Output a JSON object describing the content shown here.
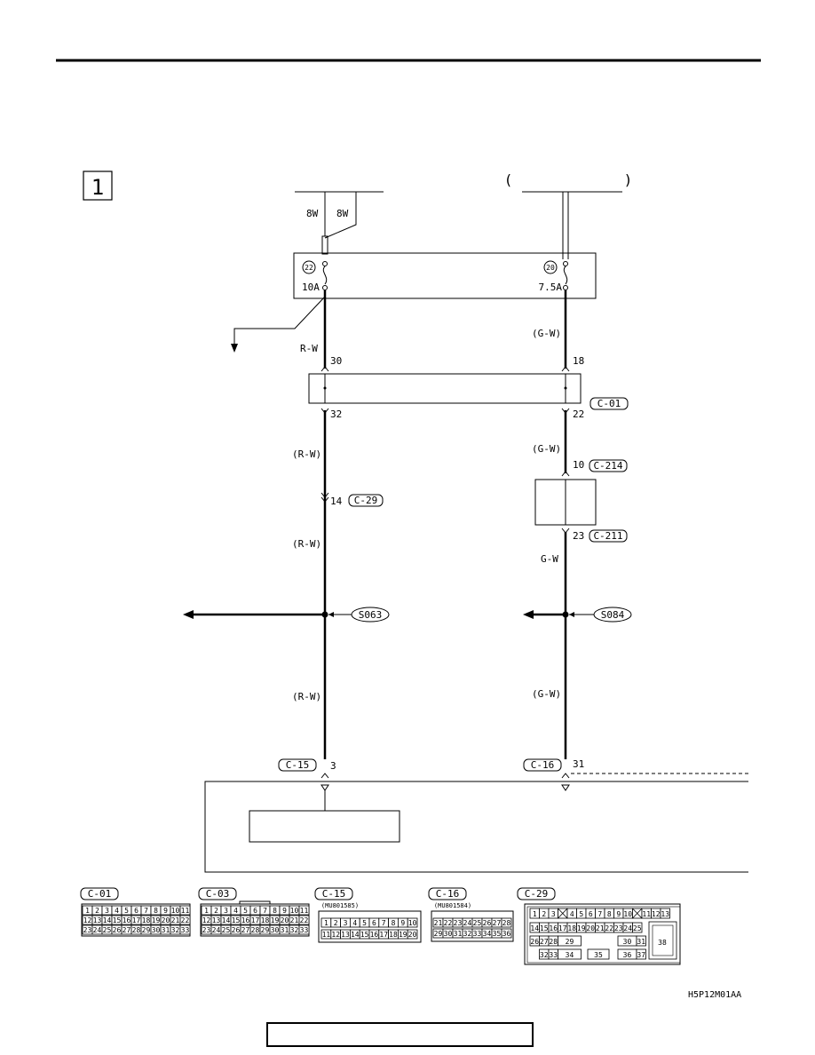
{
  "section_number": "1",
  "top_bracket": "(             )",
  "left_circuit": {
    "wire_top_a": "8W",
    "wire_top_b": "8W",
    "fuse_number": "22",
    "fuse_rating": "10A",
    "wire_1": "R-W",
    "pin_in": "30",
    "pin_out": "32",
    "wire_2": "(R-W)",
    "inline_pin": "14",
    "inline_connector": "C-29",
    "wire_3": "(R-W)",
    "splice": "S063",
    "wire_4": "(R-W)",
    "end_connector": "C-15",
    "end_pin": "3"
  },
  "right_circuit": {
    "fuse_number": "20",
    "fuse_rating": "7.5A",
    "wire_1": "(G-W)",
    "pin_in": "18",
    "junction_connector": "C-01",
    "pin_out": "22",
    "wire_2": "(G-W)",
    "pin_a": "10",
    "connector_a": "C-214",
    "pin_b": "23",
    "connector_b": "C-211",
    "wire_3": "G-W",
    "splice": "S084",
    "wire_4": "(G-W)",
    "end_connector": "C-16",
    "end_pin": "31"
  },
  "connectors": {
    "c01": {
      "label": "C-01",
      "row1": [
        "1",
        "2",
        "3",
        "4",
        "5",
        "6",
        "7",
        "8",
        "9",
        "10",
        "11"
      ],
      "row2": [
        "12",
        "13",
        "14",
        "15",
        "16",
        "17",
        "18",
        "19",
        "20",
        "21",
        "22"
      ],
      "row3": [
        "23",
        "24",
        "25",
        "26",
        "27",
        "28",
        "29",
        "30",
        "31",
        "32",
        "33"
      ]
    },
    "c03": {
      "label": "C-03",
      "row1": [
        "1",
        "2",
        "3",
        "4",
        "5",
        "6",
        "7",
        "8",
        "9",
        "10",
        "11"
      ],
      "row2": [
        "12",
        "13",
        "14",
        "15",
        "16",
        "17",
        "18",
        "19",
        "20",
        "21",
        "22"
      ],
      "row3": [
        "23",
        "24",
        "25",
        "26",
        "27",
        "28",
        "29",
        "30",
        "31",
        "32",
        "33"
      ]
    },
    "c15": {
      "label": "C-15",
      "part": "(MU801585)",
      "row1": [
        "1",
        "2",
        "3",
        "4",
        "5",
        "6",
        "7",
        "8",
        "9",
        "10"
      ],
      "row2": [
        "11",
        "12",
        "13",
        "14",
        "15",
        "16",
        "17",
        "18",
        "19",
        "20"
      ]
    },
    "c16": {
      "label": "C-16",
      "part": "(MU801584)",
      "row1": [
        "21",
        "22",
        "23",
        "24",
        "25",
        "26",
        "27",
        "28"
      ],
      "row2": [
        "29",
        "30",
        "31",
        "32",
        "33",
        "34",
        "35",
        "36"
      ]
    },
    "c29": {
      "label": "C-29",
      "row1": [
        "1",
        "2",
        "3",
        "",
        "4",
        "5",
        "6",
        "7",
        "8",
        "9",
        "10",
        "",
        "11",
        "12",
        "13"
      ],
      "row2": [
        "14",
        "15",
        "16",
        "17",
        "18",
        "19",
        "20",
        "21",
        "22",
        "23",
        "24",
        "25"
      ],
      "row3": [
        "26",
        "27",
        "28",
        "29",
        "30",
        "31"
      ],
      "row4": [
        "32",
        "33",
        "34",
        "35",
        "36",
        "37"
      ],
      "big": "38"
    }
  },
  "figure_code": "H5P12M01AA"
}
